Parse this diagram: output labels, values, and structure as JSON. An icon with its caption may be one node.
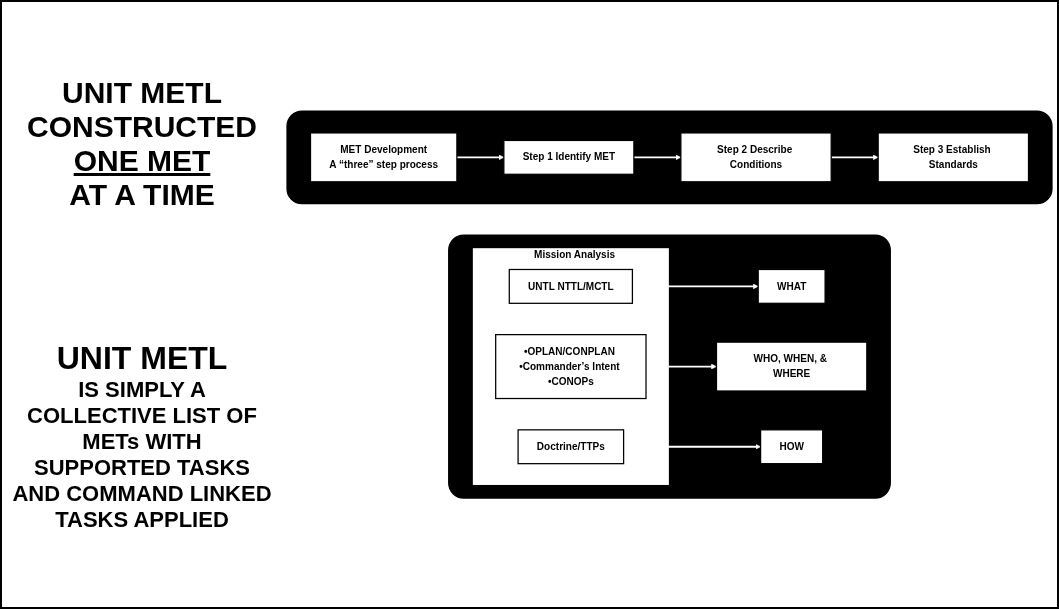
{
  "diagram": {
    "nodes": [
      {
        "text": [],
        "shape": "box"
      },
      {
        "text": [
          "Mission Analysis"
        ],
        "in": 0
      },
      {
        "text": [
          "UNTL NTTL/MCTL"
        ],
        "in": 1
      },
      {
        "text": [
          "•OPLAN/CONPLAN •Commander’s Intent •CONOPs"
        ],
        "in": 1
      },
      {
        "text": [
          "Doctrine/TTPs"
        ],
        "in": 1
      },
      {
        "text": [
          "WHAT"
        ],
        "in": 0
      },
      {
        "text": [
          "WHO, WHEN, & WHERE"
        ],
        "in": 0
      },
      {
        "text": [
          "HOW"
        ],
        "in": 0
      },
      {
        "text": [],
        "shape": "box"
      },
      {
        "text": [
          "MET Development",
          "A “three” step process"
        ],
        "in": 8
      },
      {
        "text": [
          "Step 1 Identify MET"
        ],
        "in": 8
      },
      {
        "text": [
          "Step 2 Describe Conditions"
        ],
        "in": 8
      },
      {
        "text": [
          "Step 3 Establish Standards"
        ],
        "in": 8
      }
    ],
    "edges": [
      {
        "from": 2,
        "to": 5,
        "arrow": "to"
      },
      {
        "from": 3,
        "to": 6,
        "arrow": "to"
      },
      {
        "from": 4,
        "to": 7,
        "arrow": "to"
      },
      {
        "from": 9,
        "to": 10,
        "arrow": "to"
      },
      {
        "from": 10,
        "to": 11,
        "arrow": "to"
      },
      {
        "from": 11,
        "to": 12,
        "arrow": "to"
      }
    ],
    "labels": [
      "UNIT METL CONSTRUCTED",
      "ONE MET",
      "AT A TIME",
      "UNIT METL",
      "IS SIMPLY A COLLECTIVE LIST OF METs WITH SUPPORTED TASKS AND COMMAND LINKED TASKS APPLIED"
    ]
  }
}
